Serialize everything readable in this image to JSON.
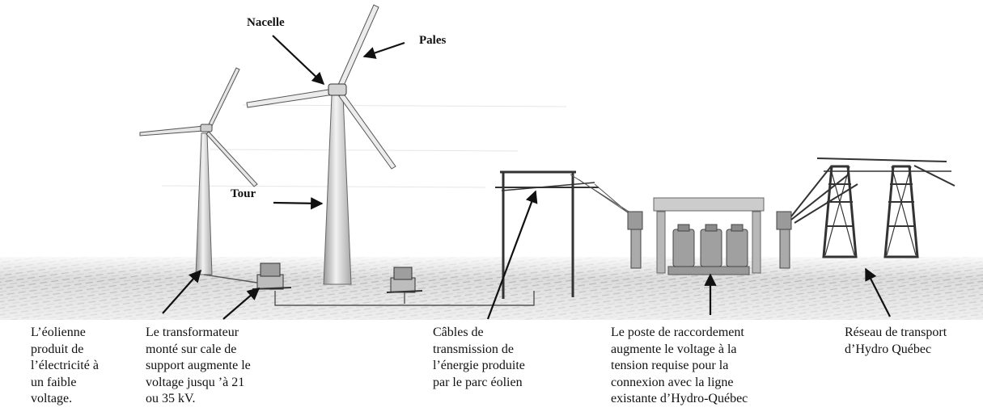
{
  "top_labels": {
    "nacelle": "Nacelle",
    "pales": "Pales",
    "tour": "Tour"
  },
  "captions": {
    "eolienne": "L’éolienne\nproduit de\nl’électricité à\nun faible\nvoltage.",
    "transformateur": "Le transformateur\nmonté sur cale de\nsupport augmente le\nvoltage jusqu ’à 21\nou 35 kV.",
    "cables": "Câbles de\ntransmission de\nl’énergie produite\npar le parc éolien",
    "poste": "Le poste de raccordement\naugmente le voltage à la\ntension requise pour la\nconnexion avec la ligne\nexistante d’Hydro-Québec",
    "reseau": "Réseau de transport\nd’Hydro Québec"
  }
}
